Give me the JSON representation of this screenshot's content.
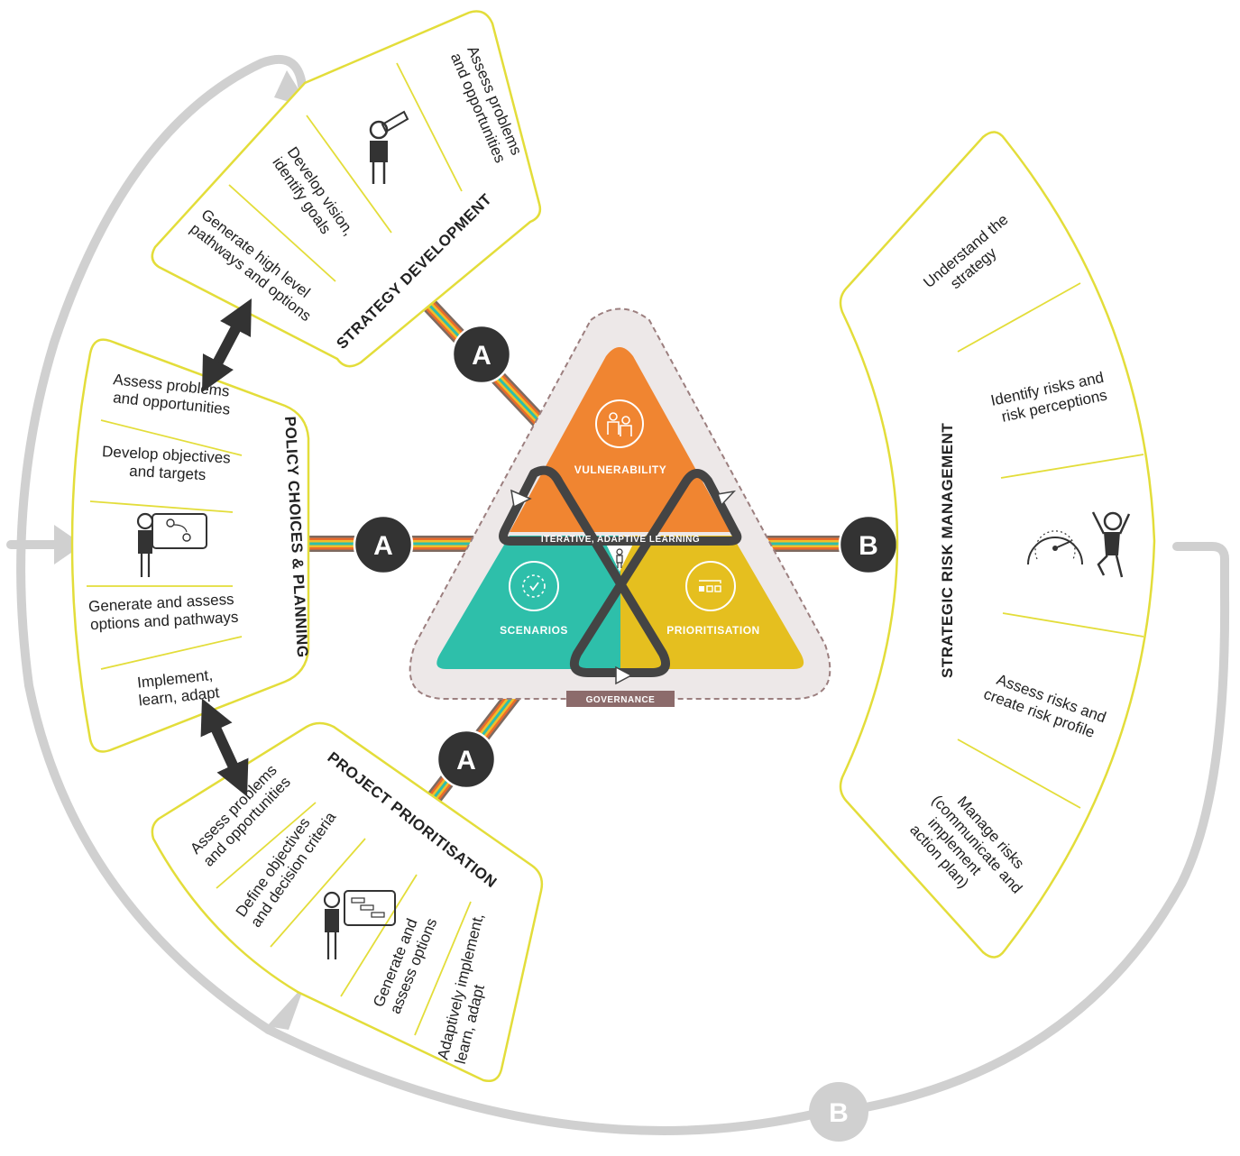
{
  "strategy_development": {
    "title": "STRATEGY DEVELOPMENT",
    "steps": [
      [
        "Assess problems",
        "and opportunities"
      ],
      [
        "Develop vision,",
        "identify goals"
      ],
      [
        "Generate high level",
        "pathways and options"
      ]
    ]
  },
  "policy_choices": {
    "title": "POLICY CHOICES & PLANNING",
    "steps": [
      [
        "Assess problems",
        "and opportunities"
      ],
      [
        "Develop objectives",
        "and targets"
      ],
      [
        "Generate and assess",
        "options and pathways"
      ],
      [
        "Implement,",
        "learn, adapt"
      ]
    ]
  },
  "project_prioritisation": {
    "title": "PROJECT PRIORITISATION",
    "steps": [
      [
        "Assess problems",
        "and opportunities"
      ],
      [
        "Define objectives",
        "and decision criteria"
      ],
      [
        "Generate and",
        "assess options"
      ],
      [
        "Adaptively implement,",
        "learn, adapt"
      ]
    ]
  },
  "strategic_risk": {
    "title": "STRATEGIC RISK MANAGEMENT",
    "steps": [
      [
        "Understand the",
        "strategy"
      ],
      [
        "Identify risks and",
        "risk perceptions"
      ],
      [
        "Assess risks and",
        "create risk profile"
      ],
      [
        "Manage risks",
        "(communicate and",
        "implement",
        "action plan)"
      ]
    ]
  },
  "center": {
    "vulnerability": "VULNERABILITY",
    "scenarios": "SCENARIOS",
    "prioritisation": "PRIORITISATION",
    "iterative": "ITERATIVE, ADAPTIVE  LEARNING",
    "governance": "GOVERNANCE"
  },
  "badges": {
    "a": "A",
    "b": "B"
  },
  "colors": {
    "panel_border": "#e3dd3a",
    "vulnerability": "#f08531",
    "scenarios": "#2ebfaa",
    "prioritisation": "#e5bf1f",
    "loop_arrow": "#cfcfcf",
    "dark": "#333333"
  },
  "icons": [
    "telescope-person-icon",
    "presenter-person-icon",
    "gantt-person-icon",
    "gauge-icon",
    "jumping-person-icon",
    "people-icon",
    "cycle-icon",
    "sequence-icon"
  ]
}
